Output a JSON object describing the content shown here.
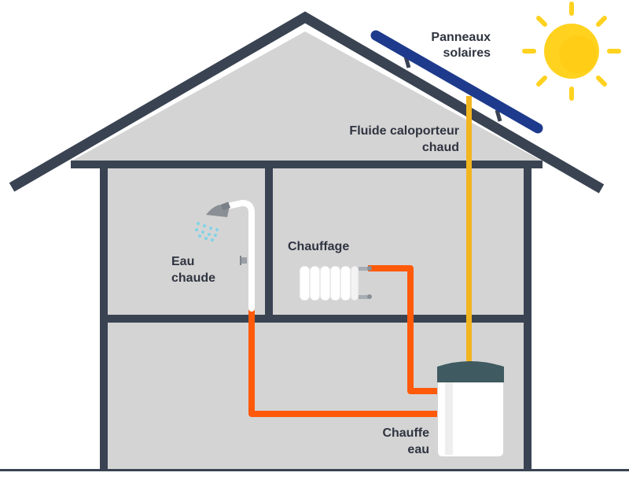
{
  "labels": {
    "panels_line1": "Panneaux",
    "panels_line2": "solaires",
    "fluid_line1": "Fluide caloporteur",
    "fluid_line2": "chaud",
    "heating": "Chauffage",
    "hot_water_line1": "Eau",
    "hot_water_line2": "chaude",
    "heater_line1": "Chauffe",
    "heater_line2": "eau"
  },
  "colors": {
    "wall": "#d4d4d4",
    "frame": "#3a4352",
    "panel": "#1d3a8c",
    "sun": "#ffd21f",
    "hot_fluid": "#f2b51f",
    "hot_water_pipe": "#ff5a0a",
    "cold_pipe": "#ffffff",
    "tank_lid": "#3f5a60",
    "tank_body": "#ffffff"
  }
}
